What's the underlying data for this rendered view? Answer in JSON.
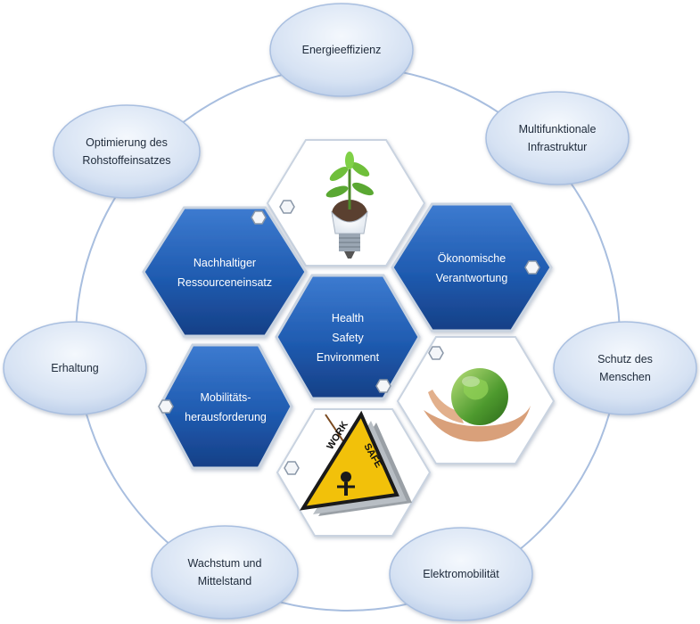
{
  "ovals": [
    {
      "id": "energieeffizienz",
      "lines": [
        "Energieeffizienz"
      ]
    },
    {
      "id": "multifunktionale-infrastruktur",
      "lines": [
        "Multifunktionale",
        "Infrastruktur"
      ]
    },
    {
      "id": "schutz-des-menschen",
      "lines": [
        "Schutz des",
        "Menschen"
      ]
    },
    {
      "id": "elektromobilitaet",
      "lines": [
        "Elektromobilität"
      ]
    },
    {
      "id": "wachstum-und-mittelstand",
      "lines": [
        "Wachstum und",
        "Mittelstand"
      ]
    },
    {
      "id": "erhaltung",
      "lines": [
        "Erhaltung"
      ]
    },
    {
      "id": "optimierung-des-rohstoffeinsatzes",
      "lines": [
        "Optimierung des",
        "Rohstoffeinsatzes"
      ]
    }
  ],
  "hexes": [
    {
      "id": "nachhaltiger-ressourceneinsatz",
      "lines": [
        "Nachhaltiger",
        "Ressourceneinsatz"
      ]
    },
    {
      "id": "oekonomische-verantwortung",
      "lines": [
        "Ökonomische",
        "Verantwortung"
      ]
    },
    {
      "id": "health-safety-environment",
      "lines": [
        "Health",
        "Safety",
        "Environment"
      ]
    },
    {
      "id": "mobilitaets-herausforderung",
      "lines": [
        "Mobilitäts-",
        "herausforderung"
      ]
    }
  ],
  "images": {
    "sign_text_1": "WORK",
    "sign_text_2": "SAFE"
  },
  "colors": {
    "oval_fill": "#d6e2f3",
    "oval_edge": "#a9bfe0",
    "ring": "#a8bedf",
    "hex_blue": "#1f5bb0",
    "hex_dark": "#163f86",
    "hex_border": "#c9d3e0"
  }
}
